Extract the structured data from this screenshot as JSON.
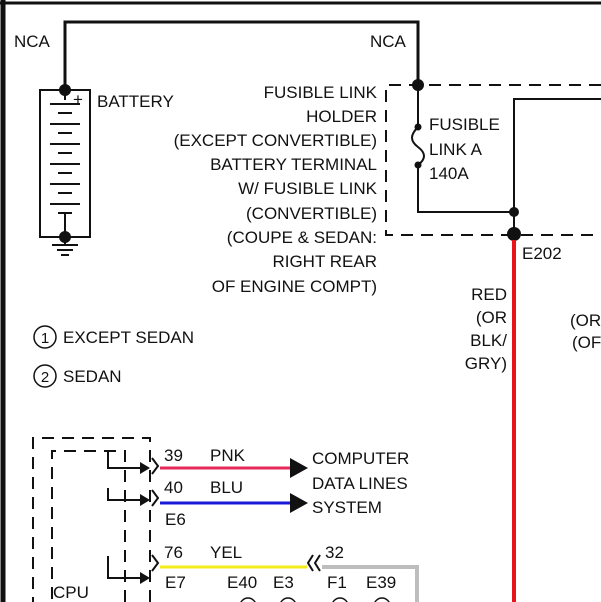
{
  "colors": {
    "red": "#e8141b",
    "pink": "#e6285a",
    "blue": "#1919d8",
    "yellow": "#f4ec1a",
    "gray": "#bdbdbd",
    "black": "#111111"
  },
  "labels": {
    "nca_left": "NCA",
    "nca_right": "NCA",
    "battery": "BATTERY",
    "plus": "+",
    "holder_lines": [
      "FUSIBLE LINK",
      "HOLDER",
      "(EXCEPT CONVERTIBLE)",
      "BATTERY TERMINAL",
      "W/ FUSIBLE LINK",
      "(CONVERTIBLE)",
      "(COUPE & SEDAN:",
      "RIGHT REAR",
      "OF ENGINE COMPT)"
    ],
    "fusible_link": [
      "FUSIBLE",
      "LINK A",
      "140A"
    ],
    "e202": "E202",
    "wire_color_lines": [
      "RED",
      "(OR",
      "BLK/",
      "GRY)"
    ],
    "cut_right_lines": [
      "(OR",
      "(OF"
    ],
    "legend": {
      "n1": "1",
      "t1": "EXCEPT SEDAN",
      "n2": "2",
      "t2": "SEDAN"
    },
    "pins": {
      "p39": "39",
      "c39": "PNK",
      "p40": "40",
      "c40": "BLU",
      "e6": "E6",
      "p76": "76",
      "c76": "YEL",
      "e7": "E7",
      "p32": "32"
    },
    "computer_lines": [
      "COMPUTER",
      "DATA LINES",
      "SYSTEM"
    ],
    "cpu": "CPU",
    "bottom_conns": [
      "E40",
      "E3",
      "F1",
      "E39"
    ]
  }
}
